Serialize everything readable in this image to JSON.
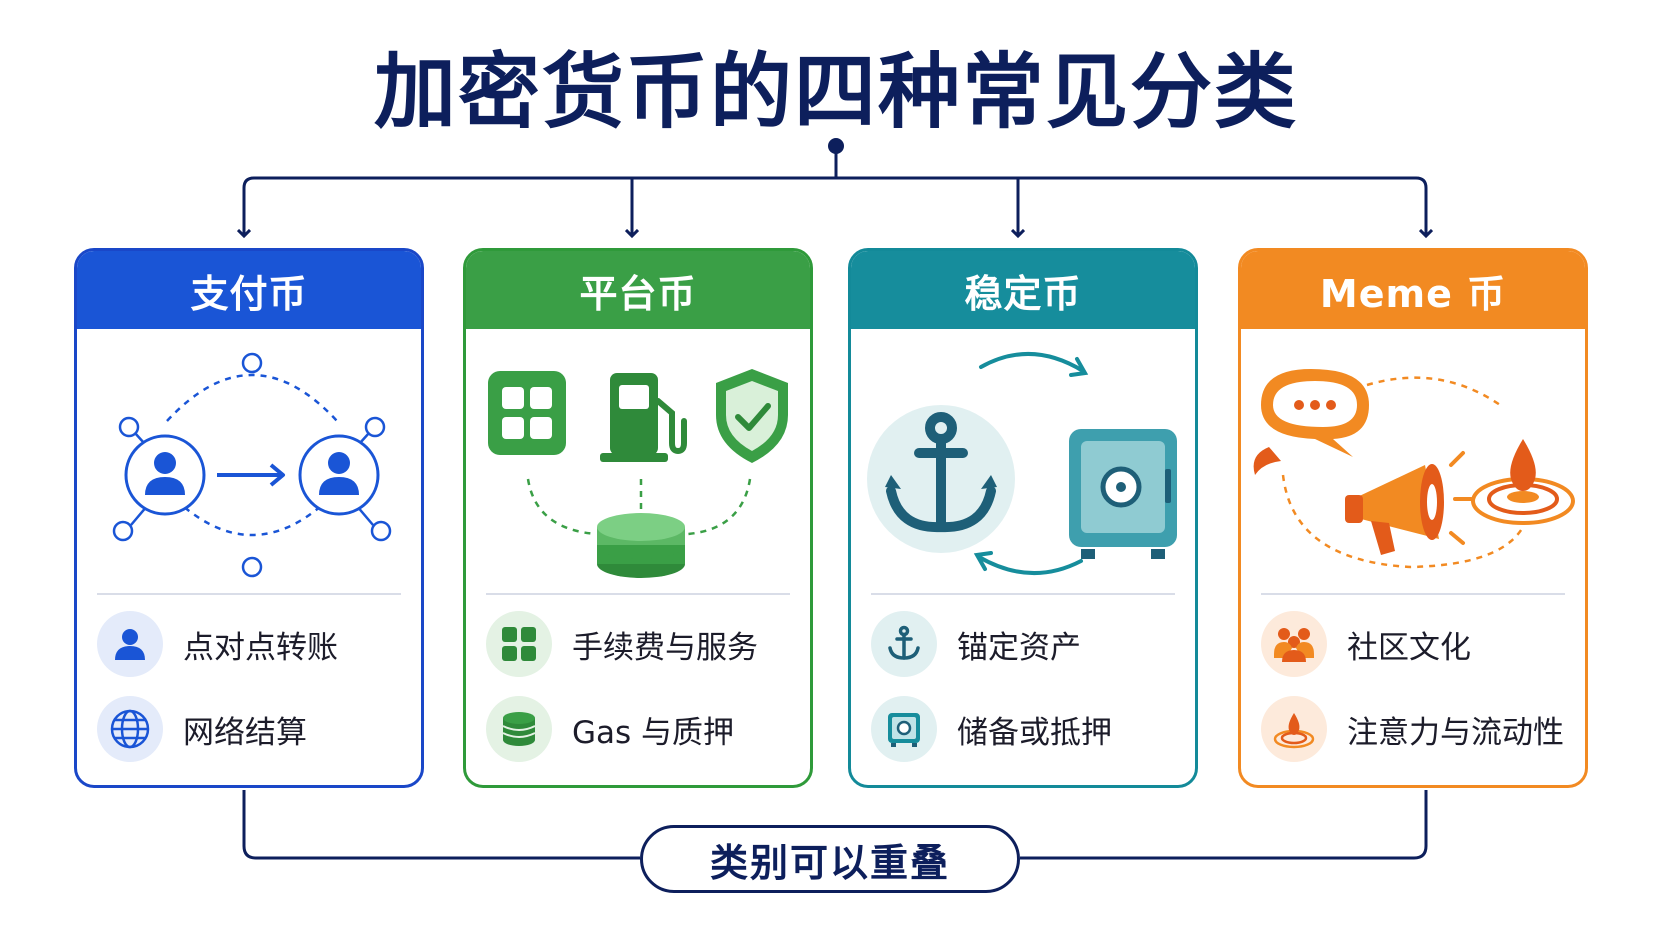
{
  "title": "加密货币的四种常见分类",
  "cards": [
    {
      "title": "支付币",
      "features": [
        {
          "label": "点对点转账",
          "icon": "user-icon"
        },
        {
          "label": "网络结算",
          "icon": "globe-icon"
        }
      ]
    },
    {
      "title": "平台币",
      "features": [
        {
          "label": "手续费与服务",
          "icon": "grid-icon"
        },
        {
          "label": "Gas 与质押",
          "icon": "coin-stack-icon"
        }
      ]
    },
    {
      "title": "稳定币",
      "features": [
        {
          "label": "锚定资产",
          "icon": "anchor-icon"
        },
        {
          "label": "储备或抵押",
          "icon": "safe-icon"
        }
      ]
    },
    {
      "title": "Meme 币",
      "features": [
        {
          "label": "社区文化",
          "icon": "community-icon"
        },
        {
          "label": "注意力与流动性",
          "icon": "ripple-drop-icon"
        }
      ]
    }
  ],
  "footer": {
    "label": "类别可以重叠"
  },
  "colors": {
    "navy": "#0d1f5c",
    "payment": "#1a55d6",
    "platform": "#3a9f46",
    "stable": "#168d9c",
    "meme": "#f28a22"
  }
}
